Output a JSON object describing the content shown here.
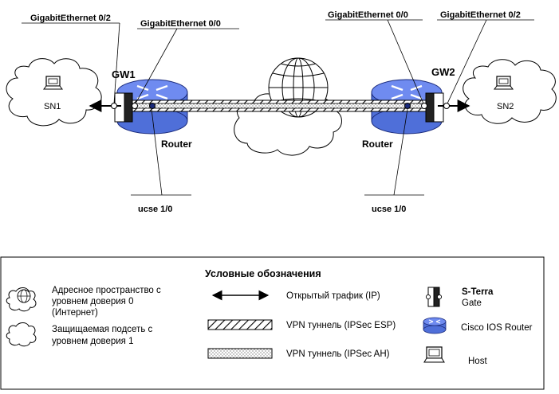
{
  "top_diagram": {
    "gw1": {
      "name": "GW1",
      "router_label": "Router",
      "iface_outer": "GigabitEthernet 0/2",
      "iface_inner": "GigabitEthernet 0/0",
      "module": "ucse 1/0"
    },
    "gw2": {
      "name": "GW2",
      "router_label": "Router",
      "iface_inner": "GigabitEthernet 0/0",
      "iface_outer": "GigabitEthernet 0/2",
      "module": "ucse 1/0"
    },
    "sn1": "SN1",
    "sn2": "SN2"
  },
  "legend": {
    "title": "Условные обозначения",
    "internet_line1": "Адресное пространство с",
    "internet_line2": "уровнем доверия 0",
    "internet_line3": "(Интернет)",
    "subnet_line1": "Защищаемая подсеть с",
    "subnet_line2": "уровнем доверия 1",
    "open_traffic": "Открытый трафик (IP)",
    "vpn_esp": "VPN туннель (IPSec ESP)",
    "vpn_ah": "VPN туннель (IPSec AH)",
    "sterra_line1": "S-Terra",
    "sterra_line2": "Gate",
    "cisco_router": "Cisco IOS Router",
    "host": "Host"
  }
}
